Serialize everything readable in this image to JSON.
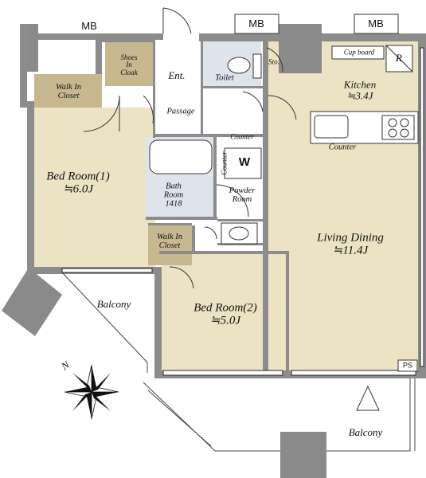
{
  "rooms": {
    "bed1": {
      "name": "Bed Room(1)",
      "size": "≒6.0J"
    },
    "bed2": {
      "name": "Bed Room(2)",
      "size": "≒5.0J"
    },
    "living": {
      "name": "Living Dining",
      "size": "≒11.4J"
    },
    "kitchen": {
      "name": "Kitchen",
      "size": "≒3.4J"
    }
  },
  "labels": {
    "mb1": "MB",
    "mb2": "MB",
    "mb3": "MB",
    "walkin1": [
      "Walk In",
      "Closet"
    ],
    "walkin2": [
      "Walk In",
      "Closet"
    ],
    "shoes": [
      "Shoes",
      "In",
      "Cloak"
    ],
    "ent": "Ent.",
    "toilet": "Toilet",
    "storage": "Sto.",
    "passage": "Passage",
    "counter_small": "Counter",
    "counter_vert": "Counter",
    "bath": [
      "Bath",
      "Room",
      "1418"
    ],
    "washer": "W",
    "powder": [
      "Powder",
      "Room"
    ],
    "cupboard": "Cup board",
    "fridge": "R",
    "counter_kitchen": "Counter",
    "balcony1": "Balcony",
    "balcony2": "Balcony",
    "ps": "PS",
    "compass": "N"
  },
  "colors": {
    "room": "#ece2c4",
    "closet": "#c8b890",
    "wet": "#dfe3ec",
    "wall": "#8c8c8c",
    "column": "#8a8a8a",
    "line": "#222222"
  }
}
